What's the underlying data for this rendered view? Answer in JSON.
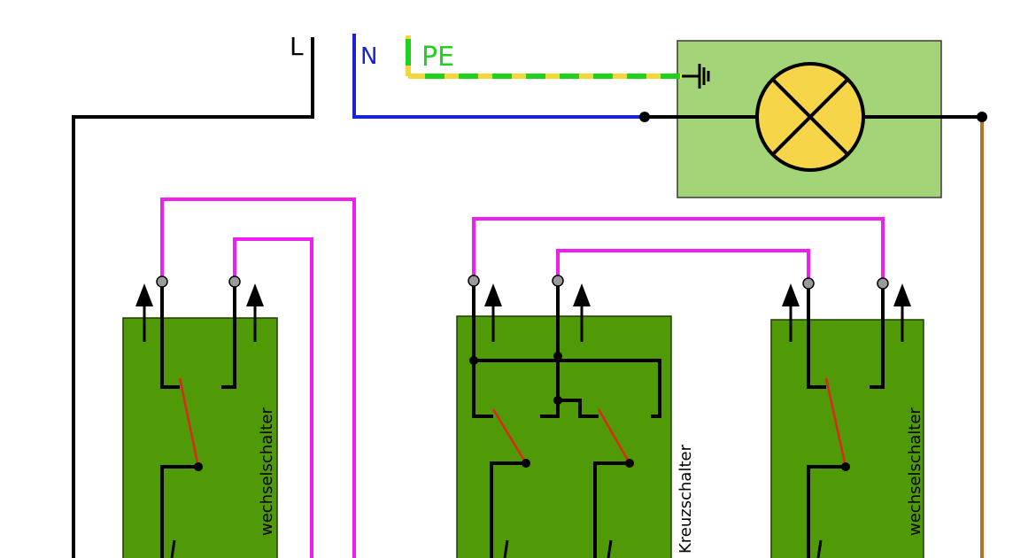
{
  "labels": {
    "l": "L",
    "n": "N",
    "pe": "PE",
    "switch_left": "wechselschalter",
    "switch_middle": "Kreuzschalter",
    "switch_right": "wechselschalter"
  },
  "colors": {
    "background": "#ffffff",
    "phase_wire": "#000000",
    "neutral_wire": "#1a22d6",
    "pe_yellow": "#f2d83a",
    "pe_green": "#22d11e",
    "traveller_wire": "#f01ef0",
    "switched_wire": "#b8702a",
    "switch_body": "#4f9a06",
    "lamp_box": "#a3d477",
    "lamp_fill": "#f7d549",
    "contact_lever": "#e0261b",
    "terminal": "#9a9a9a"
  },
  "icons": {
    "lamp": "lamp-symbol-icon",
    "earth": "earth-ground-icon",
    "arrow": "arrow-up-icon"
  }
}
